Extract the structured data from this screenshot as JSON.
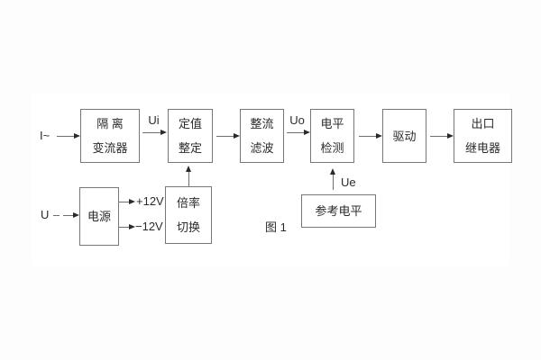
{
  "diagram": {
    "caption": "图 1",
    "colors": {
      "background": "#fdfdfd",
      "panel": "#ffffff",
      "box_border": "#777777",
      "line": "#6f6f6f",
      "arrowhead": "#2a2a2a",
      "text": "#2b2b2b"
    },
    "blocks": [
      {
        "id": "isolation-transformer",
        "lines": [
          "隔 离",
          "变流器"
        ]
      },
      {
        "id": "setpoint-adjust",
        "lines": [
          "定值",
          "整定"
        ]
      },
      {
        "id": "rectify-filter",
        "lines": [
          "整流",
          "滤波"
        ]
      },
      {
        "id": "level-detect",
        "lines": [
          "电平",
          "检测"
        ]
      },
      {
        "id": "drive",
        "lines": [
          "驱动"
        ]
      },
      {
        "id": "output-relay",
        "lines": [
          "出口",
          "继电器"
        ]
      },
      {
        "id": "power-supply",
        "lines": [
          "电源"
        ]
      },
      {
        "id": "ratio-switch",
        "lines": [
          "倍率",
          "切换"
        ]
      },
      {
        "id": "reference-level",
        "lines": [
          "参考电平"
        ]
      }
    ],
    "labels": {
      "input_current": "I~",
      "input_voltage": "U",
      "ui": "Ui",
      "uo": "Uo",
      "ue": "Ue",
      "plus_12v": "+12V",
      "minus_12v": "−12V"
    },
    "connections": [
      {
        "from": "input-current",
        "to": "isolation-transformer",
        "label": ""
      },
      {
        "from": "isolation-transformer",
        "to": "setpoint-adjust",
        "label": "Ui"
      },
      {
        "from": "setpoint-adjust",
        "to": "rectify-filter",
        "label": ""
      },
      {
        "from": "rectify-filter",
        "to": "level-detect",
        "label": "Uo"
      },
      {
        "from": "level-detect",
        "to": "drive",
        "label": ""
      },
      {
        "from": "drive",
        "to": "output-relay",
        "label": ""
      },
      {
        "from": "input-voltage",
        "to": "power-supply",
        "label": ""
      },
      {
        "from": "power-supply",
        "to": "out",
        "label": "+12V"
      },
      {
        "from": "power-supply",
        "to": "out",
        "label": "−12V"
      },
      {
        "from": "ratio-switch",
        "to": "setpoint-adjust",
        "label": ""
      },
      {
        "from": "reference-level",
        "to": "level-detect",
        "label": "Ue"
      }
    ]
  }
}
